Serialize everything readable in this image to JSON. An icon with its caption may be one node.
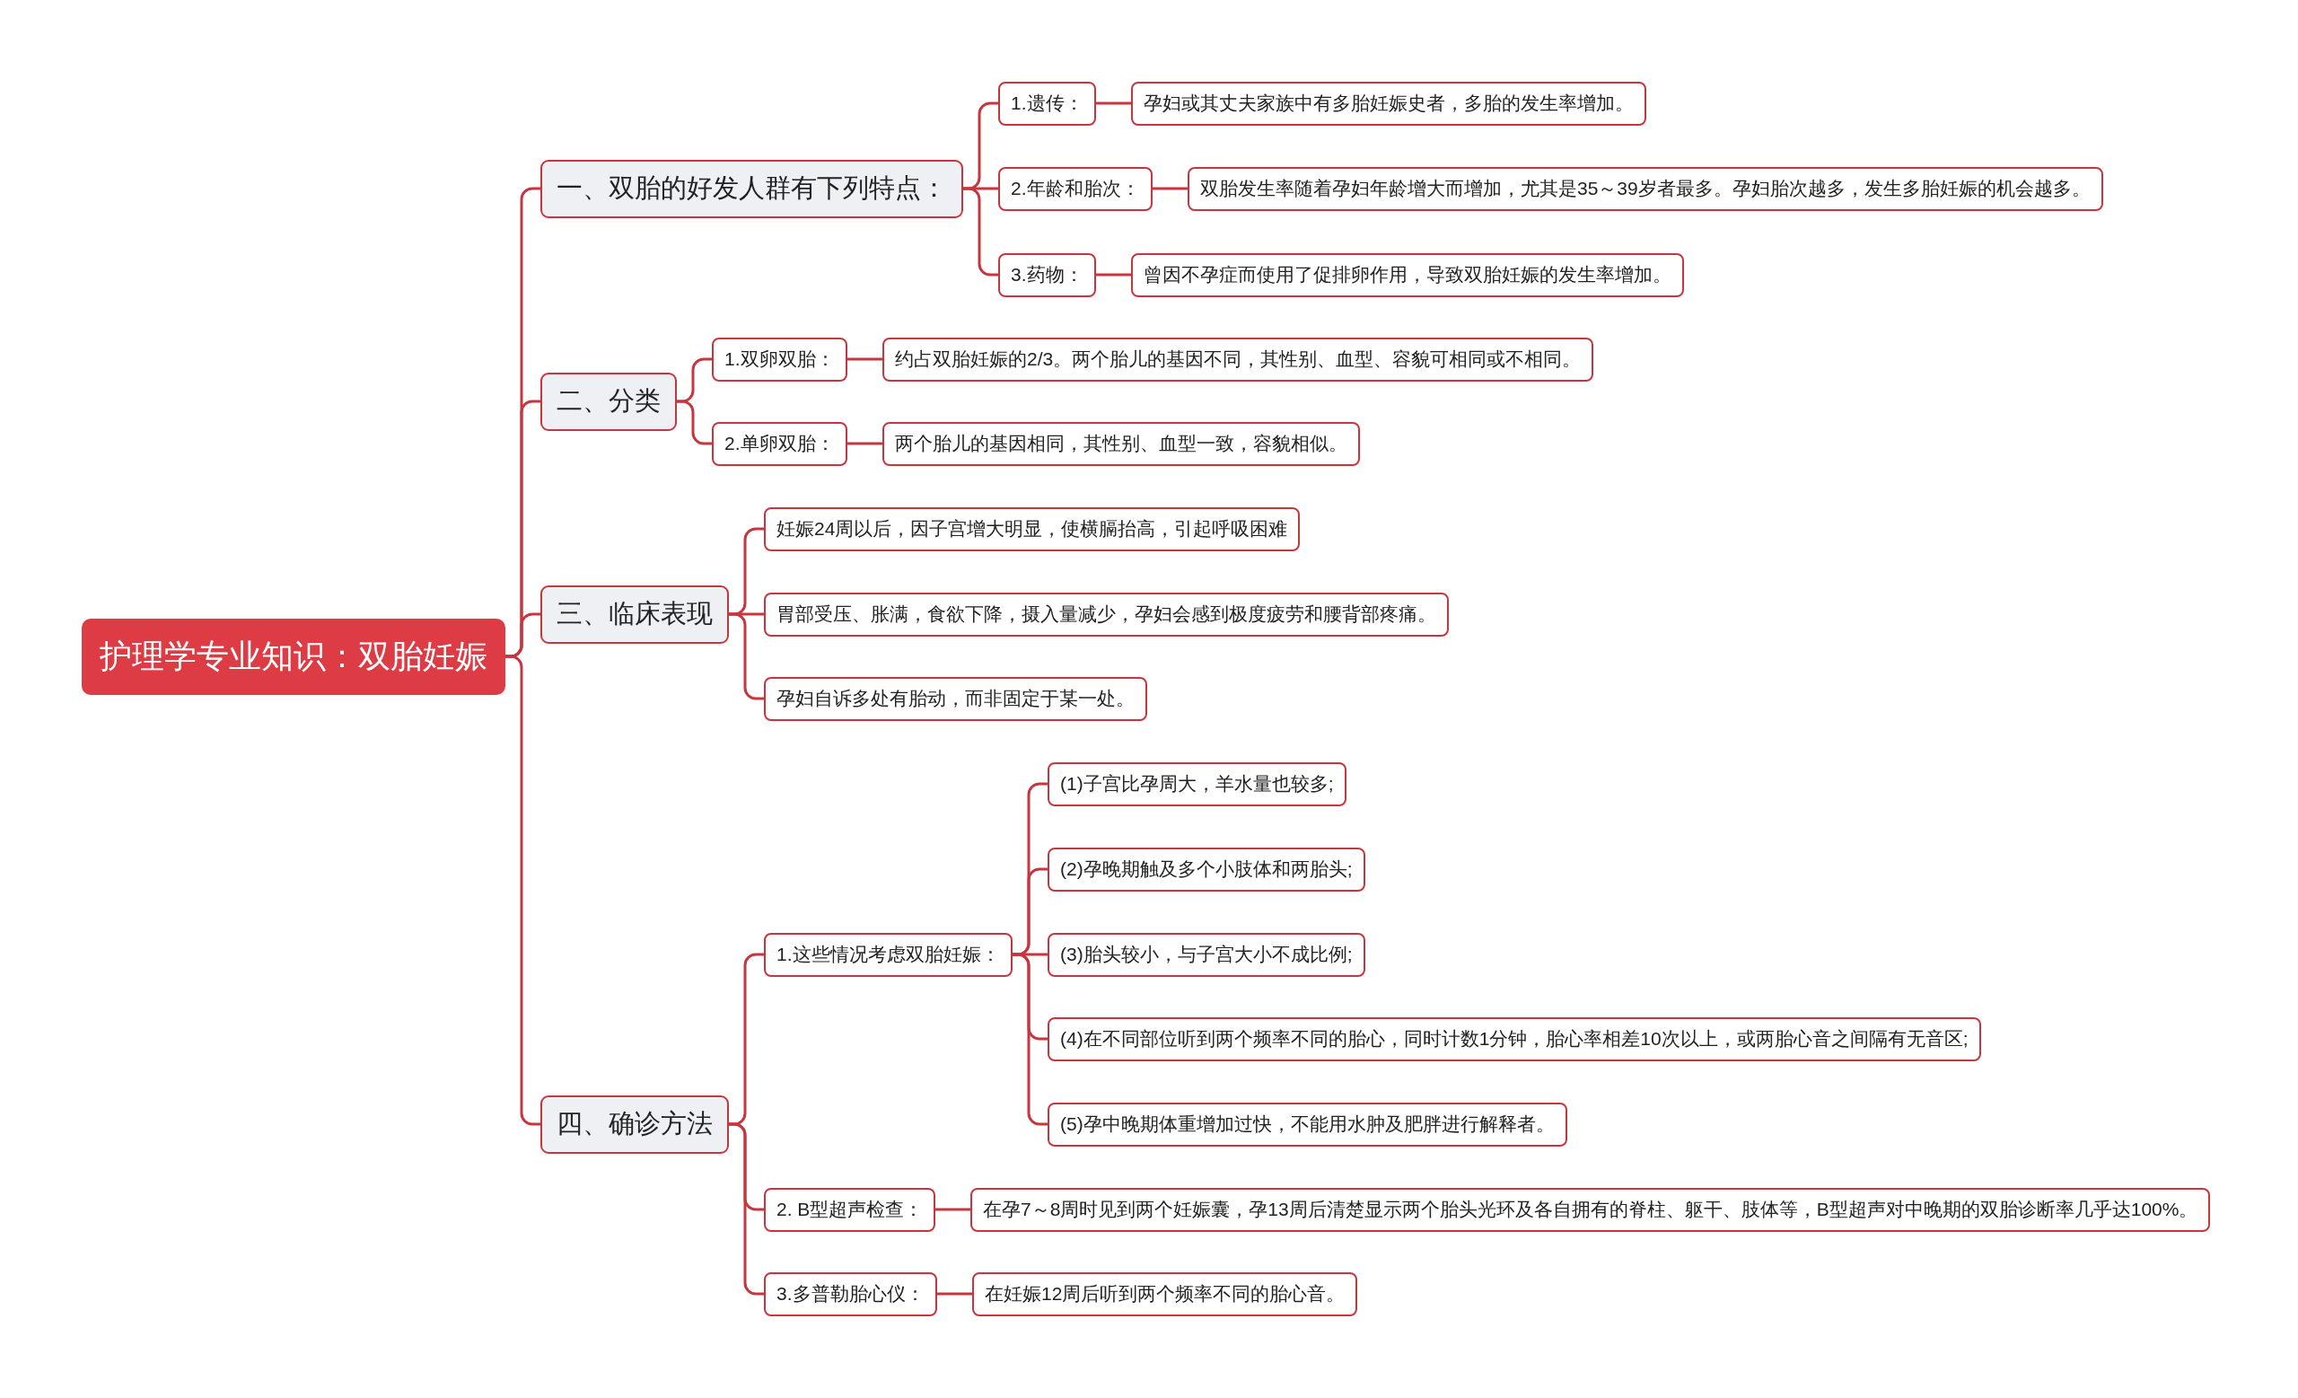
{
  "diagram": {
    "nodes": [
      {
        "text": [
          "护理学专业知识：双胎妊娠"
        ]
      },
      {
        "text": [
          "一、双胎的好发人群有下列特点："
        ]
      },
      {
        "text": [
          "1.遗传："
        ]
      },
      {
        "text": [
          "孕妇或其丈夫家族中有多胎妊娠史者，多胎的发生率增加。"
        ]
      },
      {
        "text": [
          "2.年龄和胎次："
        ]
      },
      {
        "text": [
          "双胎发生率随着孕妇年龄增大而增加，尤其是35～39岁者最多。孕妇胎次越多，发生多胎妊娠的机会越多。"
        ]
      },
      {
        "text": [
          "3.药物："
        ]
      },
      {
        "text": [
          "曾因不孕症而使用了促排卵作用，导致双胎妊娠的发生率增加。"
        ]
      },
      {
        "text": [
          "二、分类"
        ]
      },
      {
        "text": [
          "1.双卵双胎："
        ]
      },
      {
        "text": [
          "约占双胎妊娠的2/3。两个胎儿的基因不同，其性别、血型、容貌可相同或不相同。"
        ]
      },
      {
        "text": [
          "2.单卵双胎："
        ]
      },
      {
        "text": [
          "两个胎儿的基因相同，其性别、血型一致，容貌相似。"
        ]
      },
      {
        "text": [
          "三、临床表现"
        ]
      },
      {
        "text": [
          "妊娠24周以后，因子宫增大明显，使横膈抬高，引起呼吸困难"
        ]
      },
      {
        "text": [
          "胃部受压、胀满，食欲下降，摄入量减少，孕妇会感到极度疲劳和腰背部疼痛。"
        ]
      },
      {
        "text": [
          "孕妇自诉多处有胎动，而非固定于某一处。"
        ]
      },
      {
        "text": [
          "四、确诊方法"
        ]
      },
      {
        "text": [
          "1.这些情况考虑双胎妊娠："
        ]
      },
      {
        "text": [
          "(1)子宫比孕周大，羊水量也较多;"
        ]
      },
      {
        "text": [
          "(2)孕晚期触及多个小肢体和两胎头;"
        ]
      },
      {
        "text": [
          "(3)胎头较小，与子宫大小不成比例;"
        ]
      },
      {
        "text": [
          "(4)在不同部位听到两个频率不同的胎心，同时计数1分钟，胎心率相差10次以上，或两胎心音之间隔有无音区;"
        ]
      },
      {
        "text": [
          "(5)孕中晚期体重增加过快，不能用水肿及肥胖进行解释者。"
        ]
      },
      {
        "text": [
          "2. B型超声检查："
        ]
      },
      {
        "text": [
          "在孕7～8周时见到两个妊娠囊，孕13周后清楚显示两个胎头光环及各自拥有的脊柱、躯干、肢体等，B型超声对中晚期的双胎诊断率几乎达100%。"
        ]
      },
      {
        "text": [
          "3.多普勒胎心仪："
        ]
      },
      {
        "text": [
          "在妊娠12周后听到两个频率不同的胎心音。"
        ]
      }
    ],
    "edges": [
      {
        "from": 0,
        "to": 1,
        "arrow": "none"
      },
      {
        "from": 0,
        "to": 8,
        "arrow": "none"
      },
      {
        "from": 0,
        "to": 13,
        "arrow": "none"
      },
      {
        "from": 0,
        "to": 17,
        "arrow": "none"
      },
      {
        "from": 1,
        "to": 2,
        "arrow": "none"
      },
      {
        "from": 1,
        "to": 4,
        "arrow": "none"
      },
      {
        "from": 1,
        "to": 6,
        "arrow": "none"
      },
      {
        "from": 2,
        "to": 3,
        "arrow": "none"
      },
      {
        "from": 4,
        "to": 5,
        "arrow": "none"
      },
      {
        "from": 6,
        "to": 7,
        "arrow": "none"
      },
      {
        "from": 8,
        "to": 9,
        "arrow": "none"
      },
      {
        "from": 8,
        "to": 11,
        "arrow": "none"
      },
      {
        "from": 9,
        "to": 10,
        "arrow": "none"
      },
      {
        "from": 11,
        "to": 12,
        "arrow": "none"
      },
      {
        "from": 13,
        "to": 14,
        "arrow": "none"
      },
      {
        "from": 13,
        "to": 15,
        "arrow": "none"
      },
      {
        "from": 13,
        "to": 16,
        "arrow": "none"
      },
      {
        "from": 17,
        "to": 18,
        "arrow": "none"
      },
      {
        "from": 17,
        "to": 24,
        "arrow": "none"
      },
      {
        "from": 17,
        "to": 26,
        "arrow": "none"
      },
      {
        "from": 18,
        "to": 19,
        "arrow": "none"
      },
      {
        "from": 18,
        "to": 20,
        "arrow": "none"
      },
      {
        "from": 18,
        "to": 21,
        "arrow": "none"
      },
      {
        "from": 18,
        "to": 22,
        "arrow": "none"
      },
      {
        "from": 18,
        "to": 23,
        "arrow": "none"
      },
      {
        "from": 24,
        "to": 25,
        "arrow": "none"
      },
      {
        "from": 26,
        "to": 27,
        "arrow": "none"
      }
    ]
  }
}
